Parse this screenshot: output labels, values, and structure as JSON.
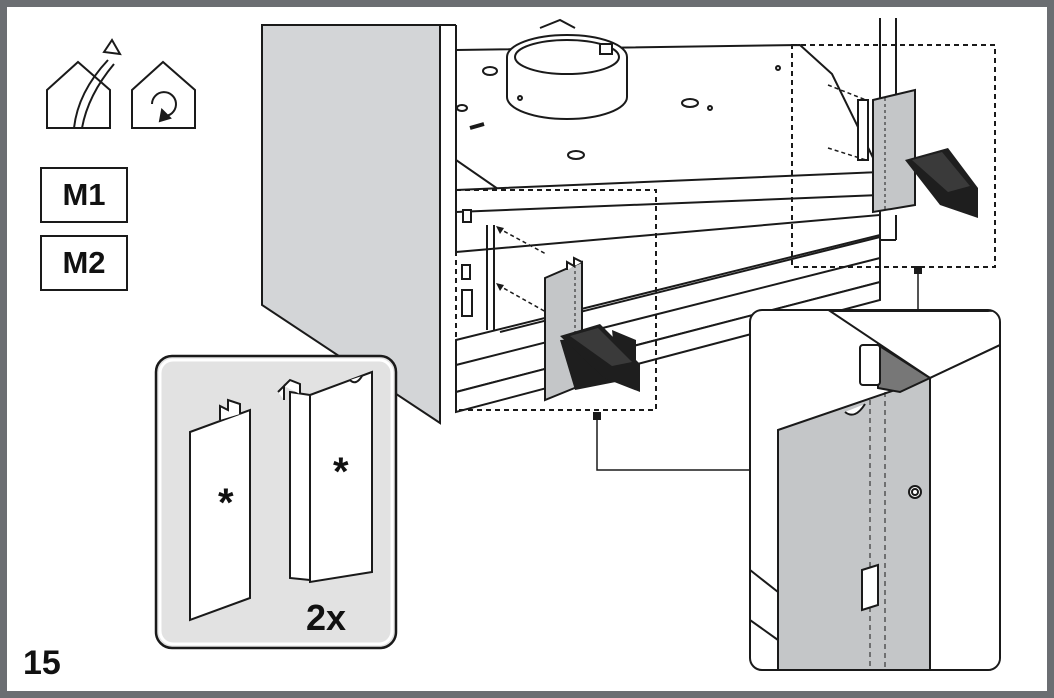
{
  "step_number": "15",
  "modes": [
    "M1",
    "M2"
  ],
  "icons": [
    "ducted-exhaust-icon",
    "recirculation-icon"
  ],
  "quantity_label": "2x",
  "part_marker": "*",
  "colors": {
    "frame": "#6b6e72",
    "panel_fill": "#c4c6c8",
    "arrow_fill": "#1e1e1e",
    "inset_background": "#e2e2e2"
  }
}
